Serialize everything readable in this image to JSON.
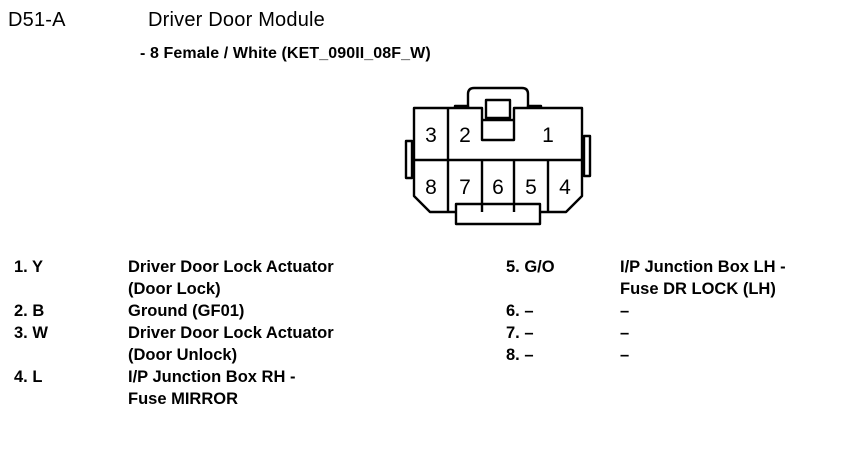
{
  "header": {
    "connector_id": "D51-A",
    "title": "Driver Door Module",
    "subtitle": "- 8 Female / White (KET_090II_08F_W)"
  },
  "connector": {
    "name": "connector-pinout-diagram",
    "outline_color": "#000000",
    "fill_color": "#ffffff",
    "top_row": [
      "3",
      "2",
      "1"
    ],
    "bottom_row": [
      "8",
      "7",
      "6",
      "5",
      "4"
    ]
  },
  "pins": {
    "left_column": [
      {
        "label": "1. Y",
        "description": "Driver Door Lock Actuator\n(Door Lock)"
      },
      {
        "label": "2. B",
        "description": "Ground (GF01)"
      },
      {
        "label": "3. W",
        "description": "Driver Door Lock Actuator\n(Door Unlock)"
      },
      {
        "label": "4. L",
        "description": "I/P Junction Box RH -\nFuse MIRROR"
      }
    ],
    "right_column": [
      {
        "label": "5. G/O",
        "description": "I/P Junction Box LH -\nFuse DR LOCK (LH)"
      },
      {
        "label": "6. –",
        "description": "–"
      },
      {
        "label": "7. –",
        "description": "–"
      },
      {
        "label": "8. –",
        "description": "–"
      }
    ]
  }
}
